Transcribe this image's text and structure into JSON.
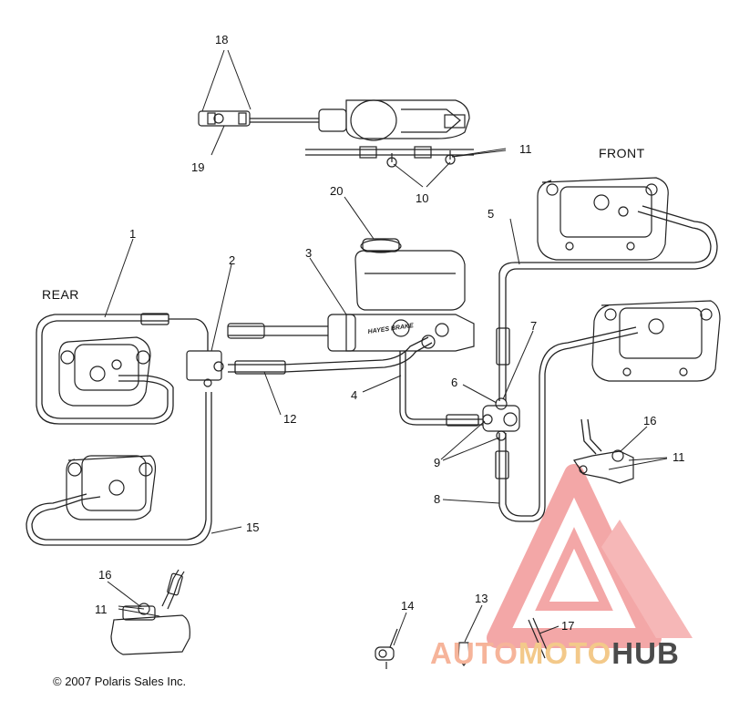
{
  "diagram": {
    "section_labels": {
      "front": "FRONT",
      "rear": "REAR"
    },
    "callouts": [
      {
        "id": "c1",
        "text": "1"
      },
      {
        "id": "c2",
        "text": "2"
      },
      {
        "id": "c3",
        "text": "3"
      },
      {
        "id": "c4",
        "text": "4"
      },
      {
        "id": "c5",
        "text": "5"
      },
      {
        "id": "c6",
        "text": "6"
      },
      {
        "id": "c7",
        "text": "7"
      },
      {
        "id": "c8",
        "text": "8"
      },
      {
        "id": "c9",
        "text": "9"
      },
      {
        "id": "c10",
        "text": "10"
      },
      {
        "id": "c11a",
        "text": "11"
      },
      {
        "id": "c11b",
        "text": "11"
      },
      {
        "id": "c11c",
        "text": "11"
      },
      {
        "id": "c12",
        "text": "12"
      },
      {
        "id": "c13",
        "text": "13"
      },
      {
        "id": "c14",
        "text": "14"
      },
      {
        "id": "c15",
        "text": "15"
      },
      {
        "id": "c16a",
        "text": "16"
      },
      {
        "id": "c16b",
        "text": "16"
      },
      {
        "id": "c17",
        "text": "17"
      },
      {
        "id": "c18",
        "text": "18"
      },
      {
        "id": "c19",
        "text": "19"
      },
      {
        "id": "c20",
        "text": "20"
      }
    ],
    "master_cylinder_text": "HAYES BRAKE",
    "copyright": "© 2007 Polaris Sales Inc."
  },
  "watermark": {
    "part1": "AUTO",
    "part2": "MOTO",
    "part3": "HUB"
  }
}
